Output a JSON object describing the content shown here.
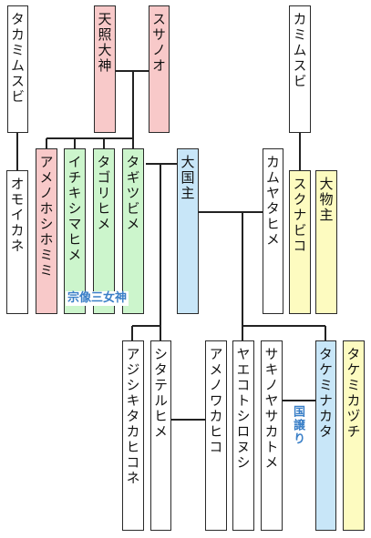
{
  "people": {
    "takamimusubi": "タカミムスビ",
    "amaterasu": "天照大神",
    "susanoo": "スサノオ",
    "kamimusubi": "カミムスビ",
    "omoikane": "オモイカネ",
    "amenooshihomimi": "アメノホシホミミ",
    "ichikishimahime": "イチキシマヒメ",
    "tagorihime": "タゴリヒメ",
    "tagitsuhime": "タギツビメ",
    "okuninushi": "大国主",
    "kamuyatahime": "カムヤタヒメ",
    "sukunabikona": "スクナビコ",
    "omononushi": "大物主",
    "ajisukitakahikone": "アジシキタカヒコネ",
    "shitaterhime": "シタテルヒメ",
    "amenowakahiko": "アメノワカヒコ",
    "yaekotoshironushi": "ヤエコトシロヌシ",
    "sakinoyasakatome": "サキノヤサカトメ",
    "takeminakata": "タケミナカタ",
    "takemikazuchi": "タケミカヅチ"
  },
  "labels": {
    "munakata": "宗像三女神",
    "kuniyuzuri": "国譲り"
  },
  "colors": {
    "pink": "#f8c9c9",
    "green": "#ccf5cc",
    "blue": "#c8e6f8",
    "yellow": "#fdfbc0",
    "label_blue": "#3a7fc7"
  }
}
